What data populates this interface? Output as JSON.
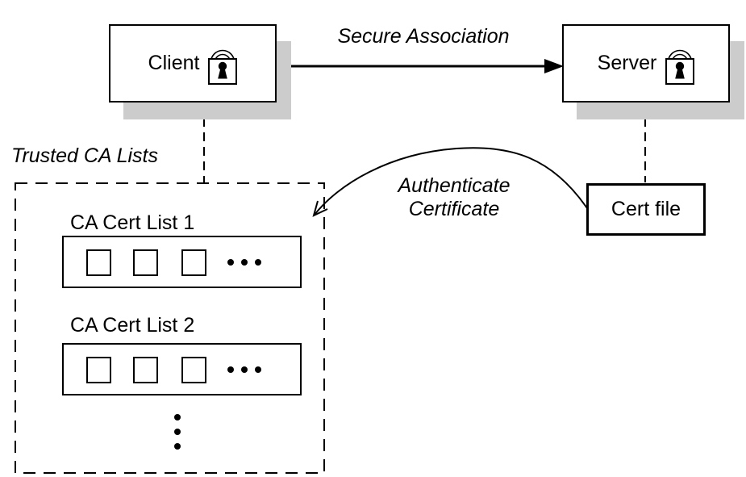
{
  "colors": {
    "stroke": "#000000",
    "shadow": "#cccccc",
    "background": "#ffffff",
    "text": "#000000"
  },
  "nodes": {
    "client": {
      "label": "Client",
      "icon": "padlock-icon"
    },
    "server": {
      "label": "Server",
      "icon": "padlock-icon"
    },
    "cert_file": {
      "label": "Cert file"
    }
  },
  "labels": {
    "secure_association": "Secure Association",
    "trusted_ca_lists": "Trusted CA Lists",
    "authenticate_certificate": {
      "line1": "Authenticate",
      "line2": "Certificate"
    }
  },
  "ca_cert_lists": [
    {
      "label": "CA Cert List 1",
      "cert_slots": 3,
      "more_indicator": "horizontal-ellipsis"
    },
    {
      "label": "CA Cert List 2",
      "cert_slots": 3,
      "more_indicator": "horizontal-ellipsis"
    }
  ],
  "more_lists_indicator": "vertical-ellipsis",
  "connectors": {
    "secure_association_arrow": "solid arrow from Client to Server",
    "client_to_ca_lists": "dashed line",
    "server_to_cert_file": "dashed line",
    "authenticate_arrow": "curved arrow from Cert file to Trusted CA Lists"
  }
}
